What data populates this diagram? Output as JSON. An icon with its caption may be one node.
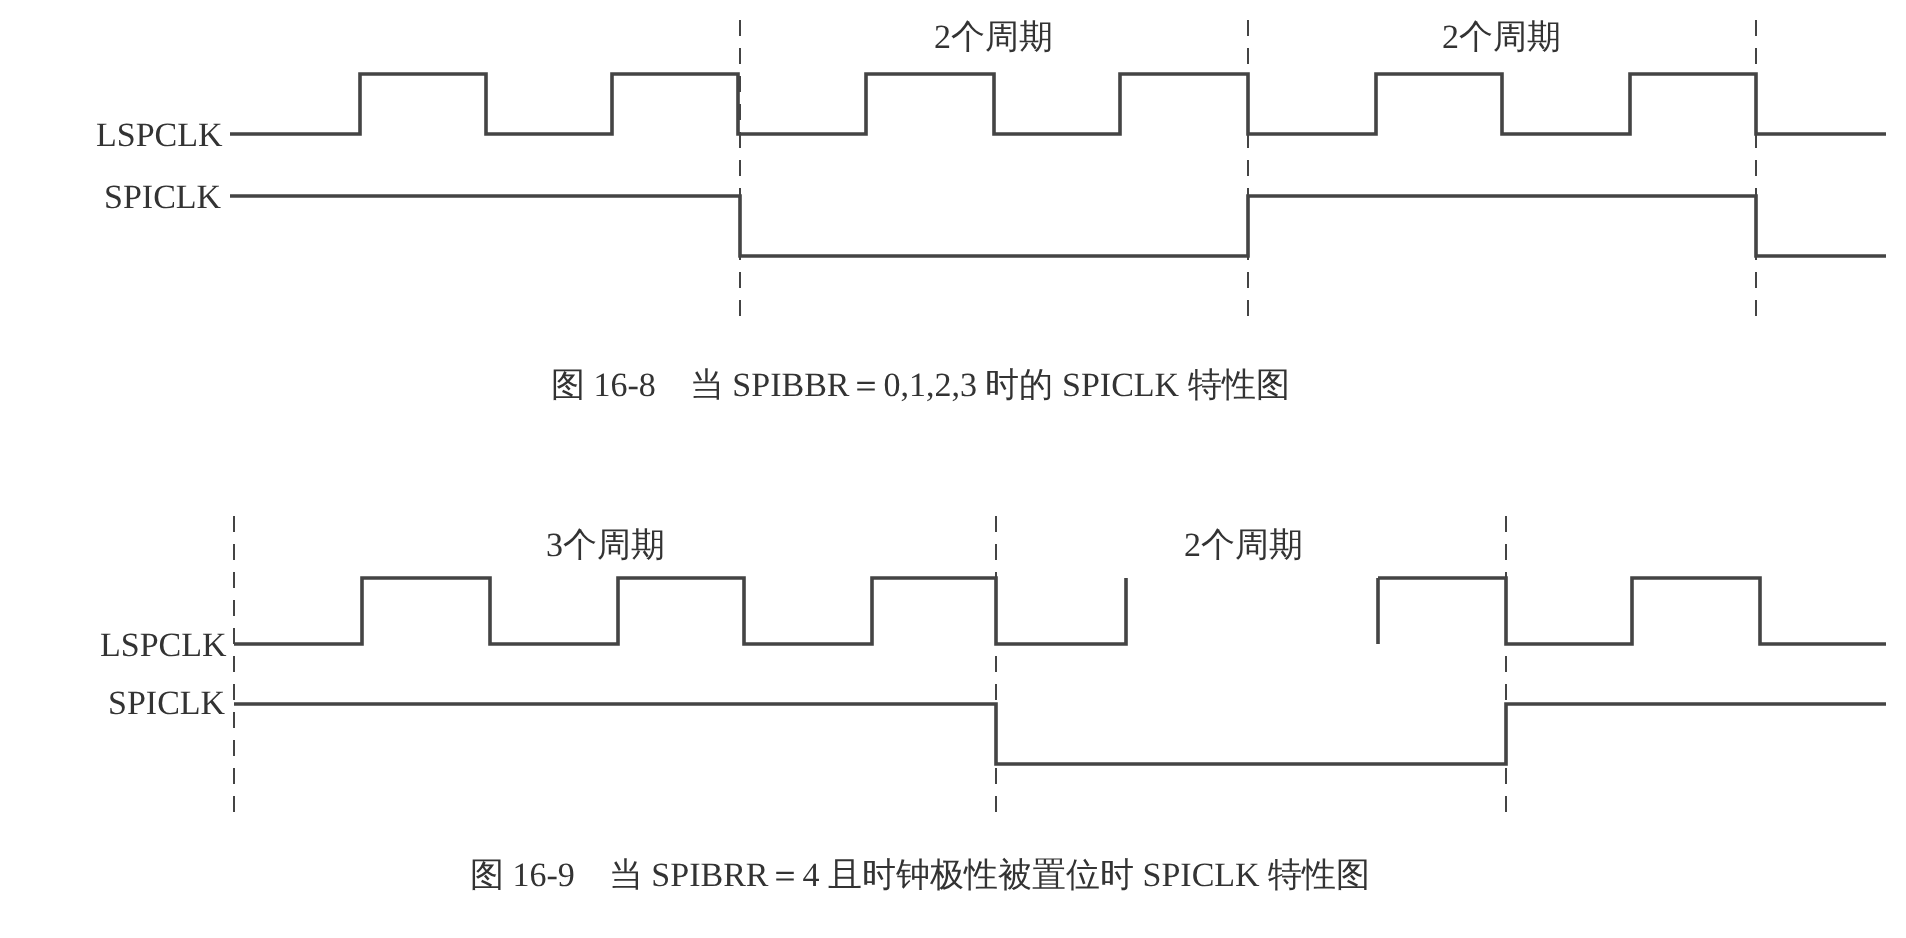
{
  "diagram": {
    "labels": [
      "2个周期",
      "2个周期",
      "LSPCLK",
      "SPICLK",
      "图 16-8　当 SPIBBR＝0,1,2,3 时的 SPICLK 特性图",
      "3个周期",
      "2个周期",
      "LSPCLK",
      "SPICLK",
      "图 16-9　当 SPIBRR＝4 且时钟极性被置位时 SPICLK 特性图"
    ]
  }
}
